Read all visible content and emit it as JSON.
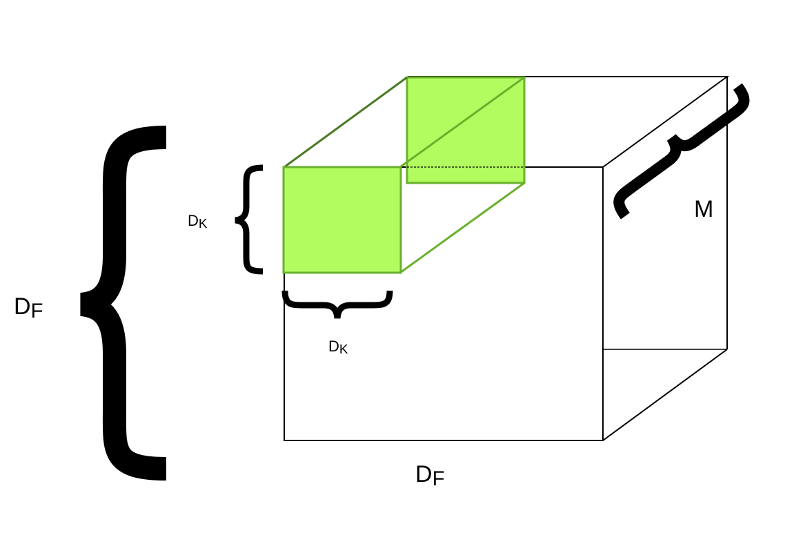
{
  "labels": {
    "df_left": {
      "main": "D",
      "sub": "F"
    },
    "df_bottom": {
      "main": "D",
      "sub": "F"
    },
    "dk_left": {
      "main": "D",
      "sub": "K"
    },
    "dk_bottom": {
      "main": "D",
      "sub": "K"
    },
    "m": "M"
  },
  "colors": {
    "outline": "#000000",
    "kernel_fill": "#b2fc5f",
    "kernel_stroke": "#6ab02e",
    "kernel_dark_edge": "#4a7a25"
  }
}
